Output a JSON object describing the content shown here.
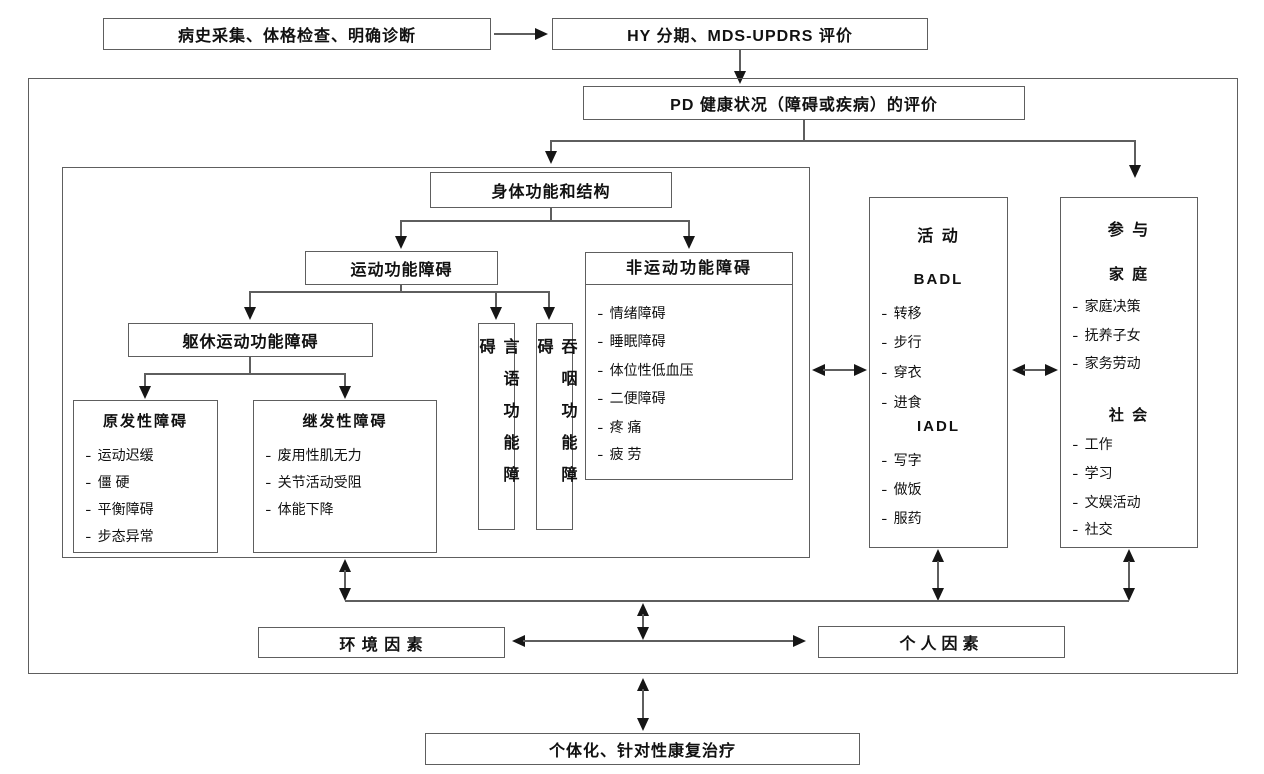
{
  "figure": {
    "top": {
      "history": "病史采集、体格检查、明确诊断",
      "staging": "HY 分期、MDS-UPDRS 评价"
    },
    "pd_eval": "PD 健康状况（障碍或疾病）的评价",
    "body_structure": "身体功能和结构",
    "motor": "运动功能障碍",
    "trunk_motor": "躯休运动功能障碍",
    "primary": {
      "title": "原发性障碍",
      "items": [
        "运动迟缓",
        "僵 硬",
        "平衡障碍",
        "步态异常"
      ]
    },
    "secondary": {
      "title": "继发性障碍",
      "items": [
        "废用性肌无力",
        "关节活动受阻",
        "体能下降"
      ]
    },
    "speech": "言语功能障碍",
    "swallow": "吞咽功能障碍",
    "nonmotor": {
      "title": "非运动功能障碍",
      "items": [
        "情绪障碍",
        "睡眠障碍",
        "体位性低血压",
        "二便障碍",
        "疼 痛",
        "疲 劳"
      ]
    },
    "activity": {
      "title": "活 动",
      "groups": [
        {
          "label": "BADL",
          "items": [
            "转移",
            "步行",
            "穿衣",
            "进食"
          ]
        },
        {
          "label": "IADL",
          "items": [
            "写字",
            "做饭",
            "服药"
          ]
        }
      ]
    },
    "participation": {
      "title": "参 与",
      "groups": [
        {
          "label": "家 庭",
          "items": [
            "家庭决策",
            "抚养子女",
            "家务劳动"
          ]
        },
        {
          "label": "社 会",
          "items": [
            "工作",
            "学习",
            "文娱活动",
            "社交"
          ]
        }
      ]
    },
    "environment": "环 境 因 素",
    "personal": "个人因素",
    "treatment": "个体化、针对性康复治疗"
  },
  "ui": {
    "dash": "-"
  },
  "palette": {
    "background": "#ffffff",
    "box_border": "#5e5e5e",
    "connector_line": "#5e5e5e",
    "arrowhead": "#161616",
    "text": "#111111"
  }
}
